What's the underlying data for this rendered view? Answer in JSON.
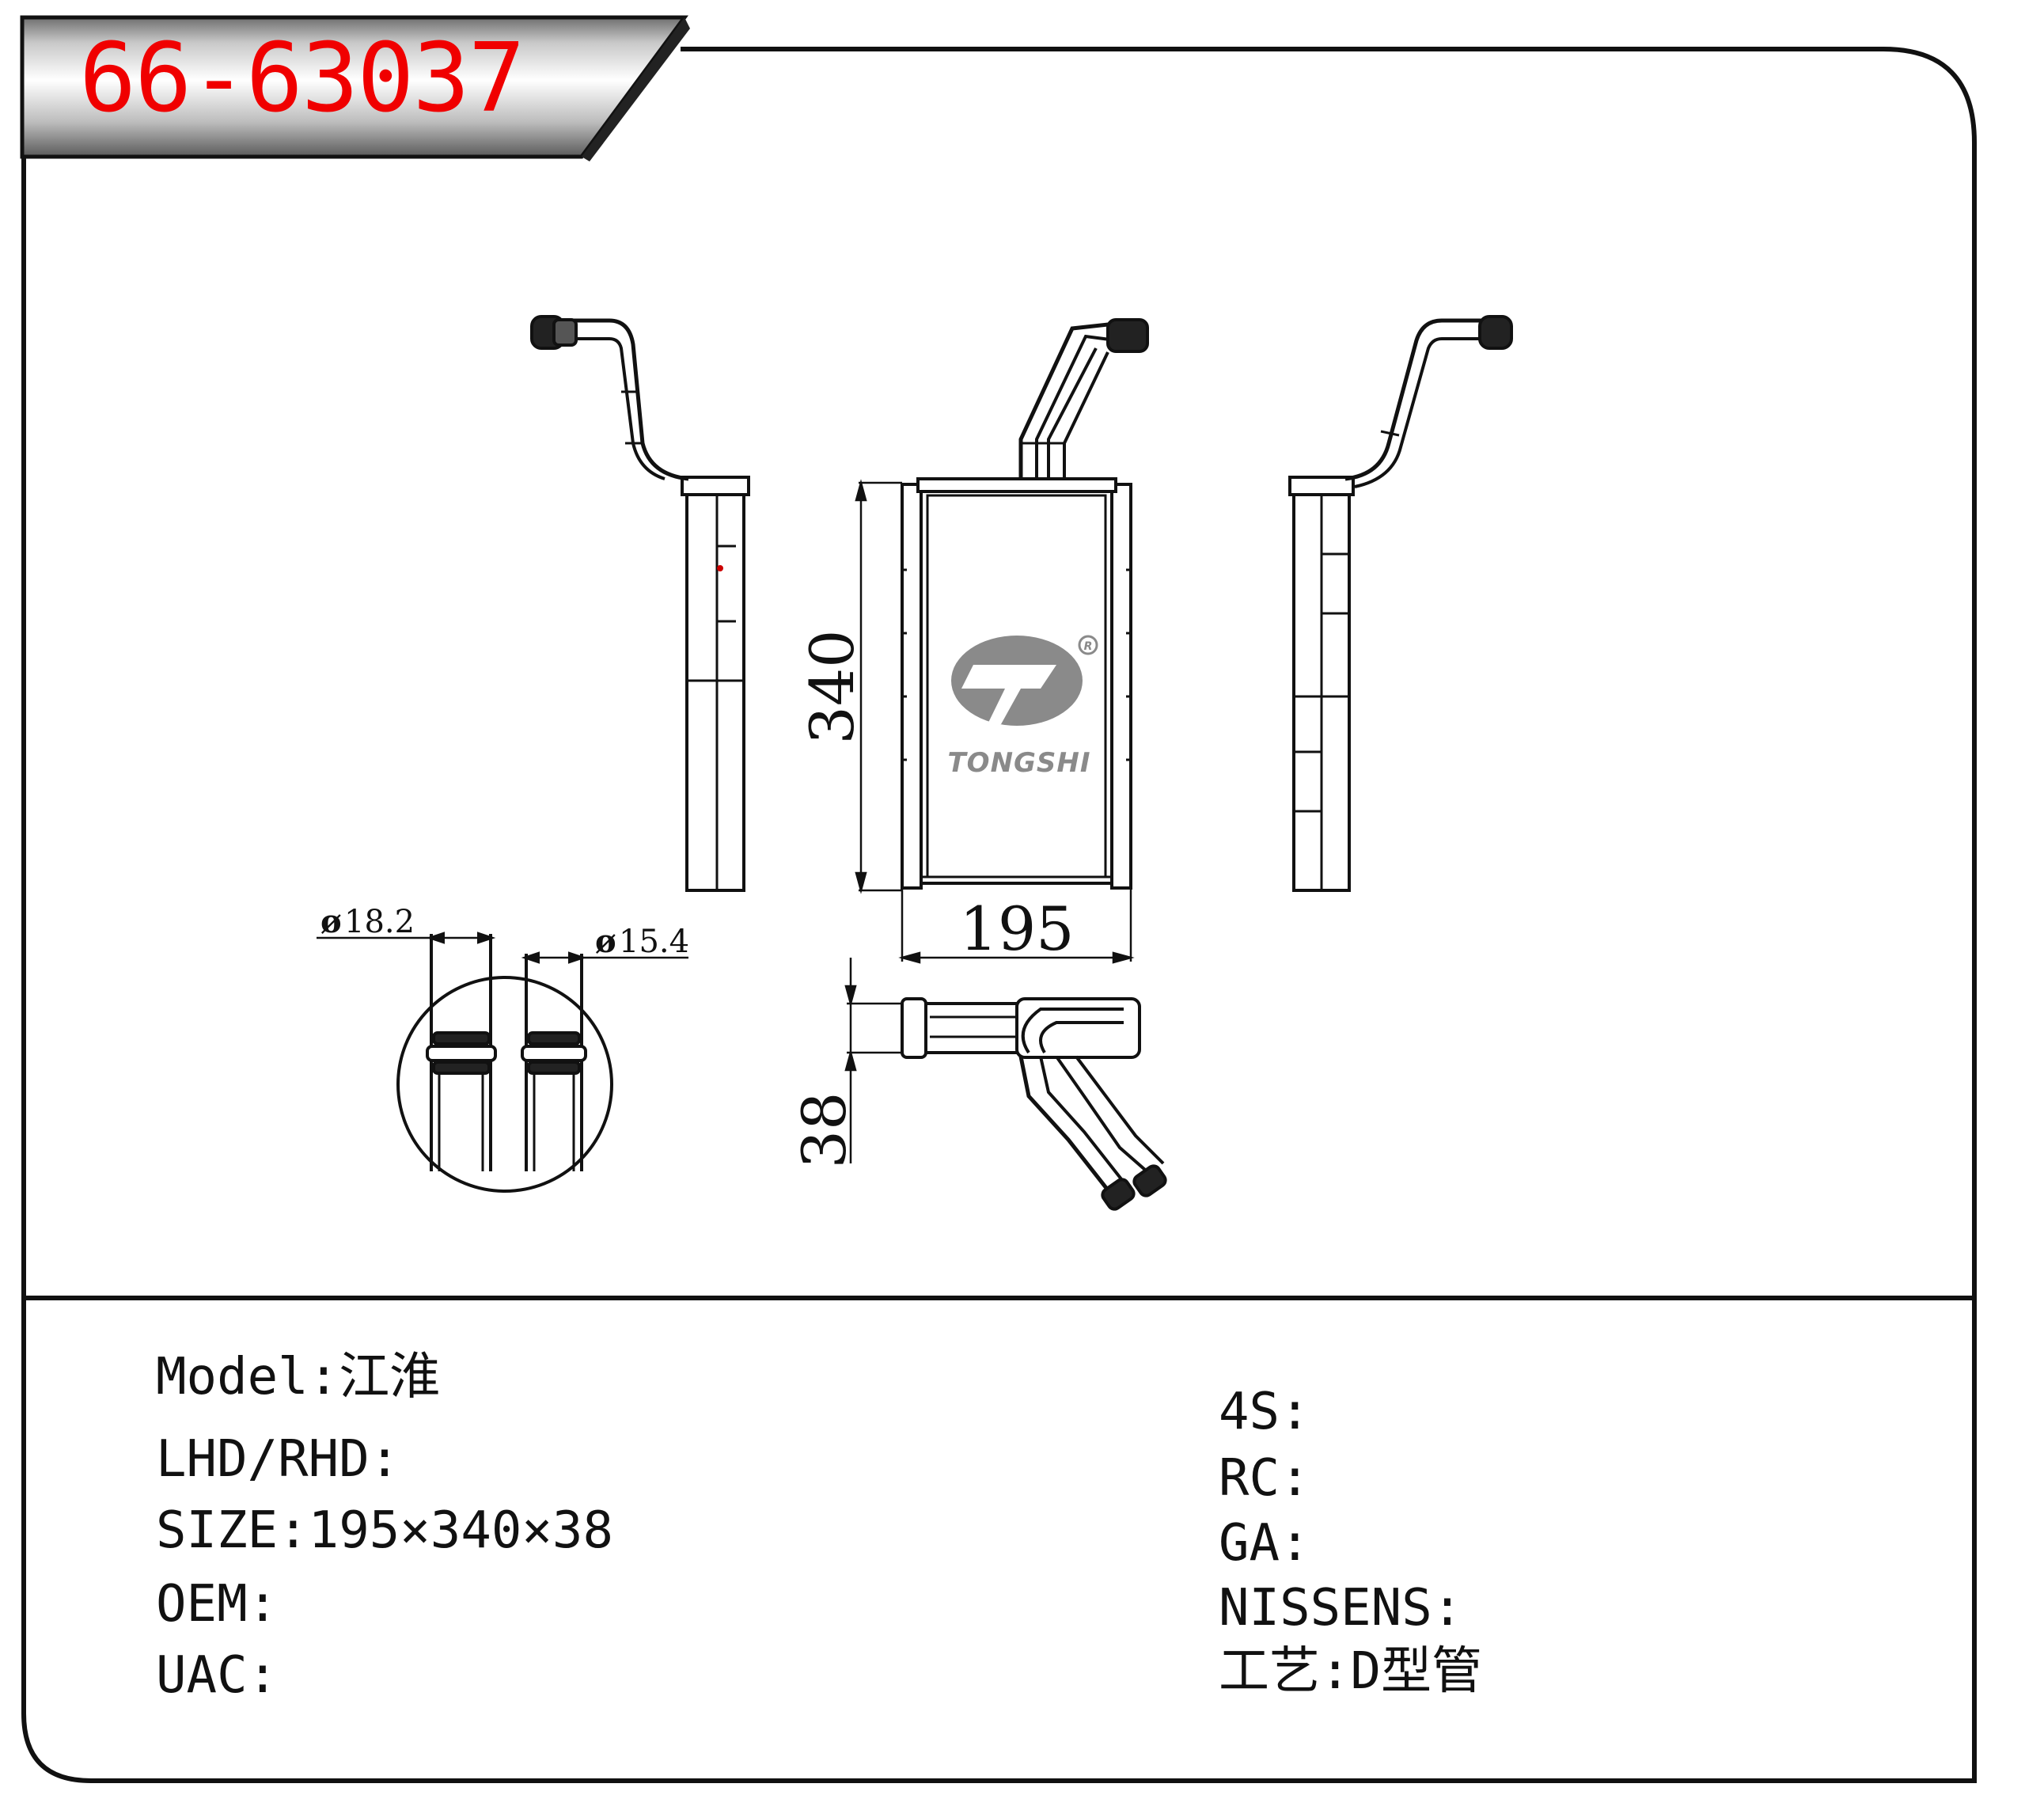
{
  "part_number": "66-63037",
  "brand": {
    "name": "TONGSHI",
    "registered_mark": "R"
  },
  "dimensions": {
    "height": "340",
    "width": "195",
    "depth": "38",
    "pipe_diameter_large": "18.2",
    "pipe_diameter_small": "15.4",
    "diameter_symbol": "ø"
  },
  "specs_left": [
    {
      "label": "Model:",
      "value": "江淮"
    },
    {
      "label": "LHD/RHD:",
      "value": ""
    },
    {
      "label": "SIZE:",
      "value": "195×340×38"
    },
    {
      "label": "OEM:",
      "value": ""
    },
    {
      "label": "UAC:",
      "value": ""
    }
  ],
  "specs_right": [
    {
      "label": "4S:",
      "value": ""
    },
    {
      "label": "RC:",
      "value": ""
    },
    {
      "label": "GA:",
      "value": ""
    },
    {
      "label": "NISSENS:",
      "value": ""
    },
    {
      "label": "工艺:",
      "value": "D型管"
    }
  ],
  "colors": {
    "part_number": "#f00000",
    "line": "#111111",
    "logo": "#8a8a8a"
  }
}
